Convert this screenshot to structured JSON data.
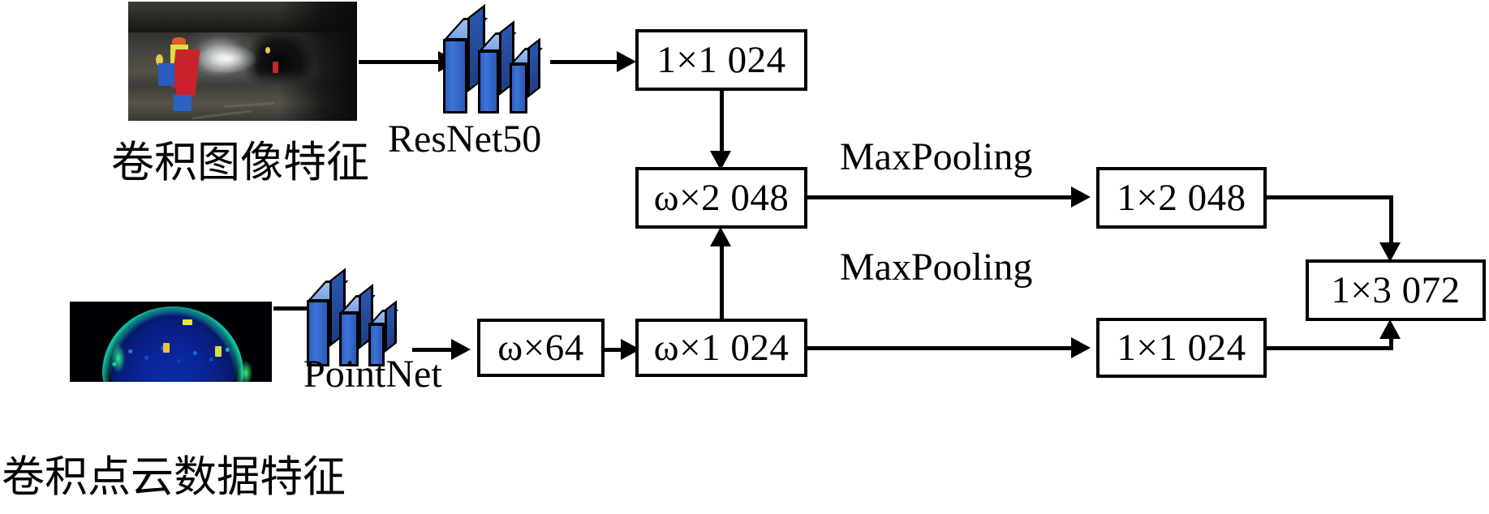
{
  "diagram": {
    "title": "Image and point-cloud feature fusion network",
    "image_caption": "卷积图像特征",
    "pointcloud_caption": "卷积点云数据特征",
    "backbones": {
      "image": "ResNet50",
      "pointcloud": "PointNet"
    },
    "operations": {
      "maxpool_top": "MaxPooling",
      "maxpool_bottom": "MaxPooling"
    },
    "boxes": {
      "image_feature": "1×1 024",
      "fused_feature": "ω×2 048",
      "pc_mlp64": "ω×64",
      "pc_feature": "ω×1 024",
      "pooled_top": "1×2 048",
      "pooled_bottom": "1×1 024",
      "concat": "1×3 072"
    },
    "icons": {
      "resnet_stack": "cnn-slab-stack-icon",
      "pointnet_stack": "cnn-slab-stack-icon",
      "tunnel_photo": "tunnel-image-thumbnail",
      "pointcloud_photo": "point-cloud-thumbnail"
    },
    "colors": {
      "slab_face": "#3d74d8",
      "slab_top": "#9ec0ef",
      "slab_side": "#1f3f86",
      "stroke": "#000000",
      "background": "#ffffff"
    }
  }
}
